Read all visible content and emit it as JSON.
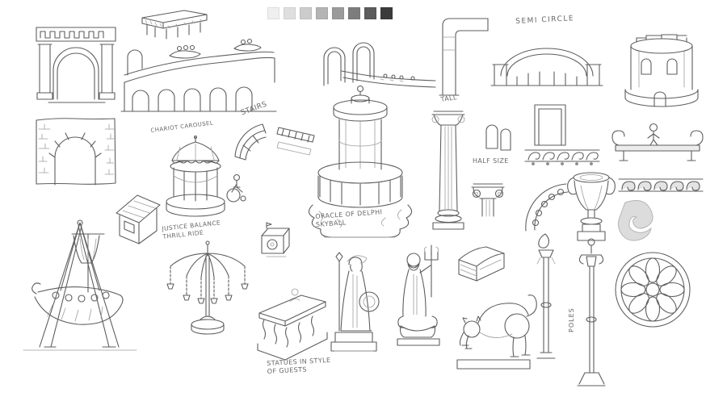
{
  "canvas": {
    "background": "#ffffff",
    "ink_color": "#5e5e5e",
    "shade_gray": "#dcdcdc"
  },
  "palette": {
    "swatches": [
      "#efefef",
      "#dfdfdf",
      "#cccccc",
      "#b4b4b4",
      "#9b9b9b",
      "#7d7d7d",
      "#5c5c5c",
      "#3b3b3b"
    ]
  },
  "annotations": {
    "stairs": "STAIRS",
    "chariot_carousel": "CHARIOT CAROUSEL",
    "semi_circle": "SEMI CIRCLE",
    "tall": "TALL",
    "half_size": "HALF SIZE",
    "oracle_of_delphi": "ORACLE OF DELPHI\nSKYBALL",
    "justice_balance": "JUSTICE BALANCE\nTHRILL RIDE",
    "statues_in_style": "STATUES IN STYLE\nOF GUESTS",
    "poles": "POLES"
  }
}
